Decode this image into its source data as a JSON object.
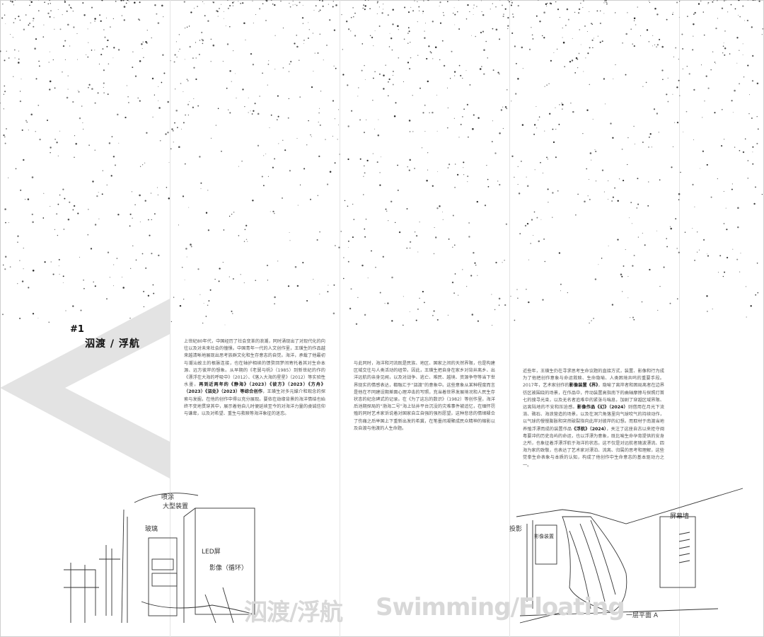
{
  "section": {
    "number": "#1",
    "title": "泅渡 / 浮航"
  },
  "paragraphs": {
    "p1_a": "上世纪80年代，中国经历了社会变革的浪潮，同时涌现出了对现代化的向往以及对未来社会的憧憬。中国青年一代的人文创作里，王璜生的作品越来越清晰地展现出思考族群文化和生存意志的自觉。海洋，承载了他最初与潮汕故土的根脉连接，也在轴护相续的馈赘回梦间寄托着其对生命本源、远方彼岸的想象。从早期的《老舅与帆》（1985）到新世纪的作的《漂浮在大海的呼吸中》（2012）、《落入大海的星星》（2012）等实验性水墨，",
    "p1_b": "再到近两年的《静海》（2023）《彼方》（2023）《方舟》（2023）《泅处》（2023）等综合创作",
    "p1_c": "，王璜生对多元媒介和观念的探索与发掘，在他的创作中得以充分展现。要依在劫缘背景的海洋情结也始终不变地贯穿其中，展示着他自儿时便延续至今的对海洋力量的虔诚信仰与谦卑，以及对希望、重生与救赎等海洋象征的迷恋。",
    "p2": "与此同时，海洋和河流既是民族、地区、国家之间的天然界限，也是构建区域交往与人类活动的纽带。因此，王璜生把自身在家乡对背井离乡、出洋远航的亲身见闻，以及对战争、逃亡、难民、越境、资源争夺等当下世界现实的情感表达，都融汇于“泅渡”的意象中。这些意象从某种程度而言是他在不同建设期差面心理冲击的写照，充当着世界发展境况和人民生存状态的纪念碑式的记录。在《为了这忘的数识》（1982）等创作里，海洋后池期探局的“渤海二号”海上钻井平台沉没的灾难事件被追忆，在缅怀罚殖的同时艺术家诉说着对国家自立自强的强烈愿望。这种悲悲的情绪糅合了伤痛之后举国上下重新出发的希冀，在笔墨间凝聚成民众精神的缩影以及自渡与他渡的人生命题。",
    "p3_a": "近些年，王璜生仍在寻求思考生命议题的直接方式，装置、影像和行为成为了他把创作意象与命运救赎、生命隐喻、人类困境共呜的重要手段。2017年，艺术家创作的",
    "p3_b": "影像装置《界》",
    "p3_c": "，隐喻了离岸者和困局离者在边界彷区被围绕的场景，在作品中，传动装置高指南下的曲轴摩擦与探照灯首七的搜寻光束，以及无名者追难中的紧张与喘息，加剧了穿越区域界限、远离陆地的不安和压迫感。",
    "p3_d": "影像作品《幻》（2024）",
    "p3_e": "则借用在月光下流淌、礁石、海浪营造的场景，以及在洞穴角落里向气球吹气的持续动作，以气球的慢慢膨胀和突然破裂指向此岸对彼岸的幻想。而取材于南渡当地养殖浮漂而成的装置作品",
    "p3_f": "《浮航》（2024）",
    "p3_g": "，关注了这座自古以来拒守闽粤要冲的历史岛屿的命运，也以浮漂为意象，既比喻生命孕育提供的安身之所，也象征着浮漂浮航于海洋的状态。这不仅是对远航者随波漂流、四海为家的致敬，也表达了艺术家对漂泊、流离、归属的思考和理解，这些觉拳生命表象与本质的认知，构成了他创作中生命意志的基本驱动力之一。"
  },
  "footer_titles": {
    "zh": "泅渡/浮航",
    "en": "Swimming/Floating"
  },
  "sketch_labels": {
    "a1": "喷涂",
    "a2": "大型装置",
    "a3": "玻璃",
    "a4": "LED屏",
    "a5": "影像（循环）",
    "b1": "投影",
    "b2": "影像装置",
    "b3": "屏幕墙",
    "b4": "一层平面 A"
  },
  "colors": {
    "ink": "#333333",
    "chevron": "#e3e3e3",
    "title_outline": "#d8d8d8"
  }
}
